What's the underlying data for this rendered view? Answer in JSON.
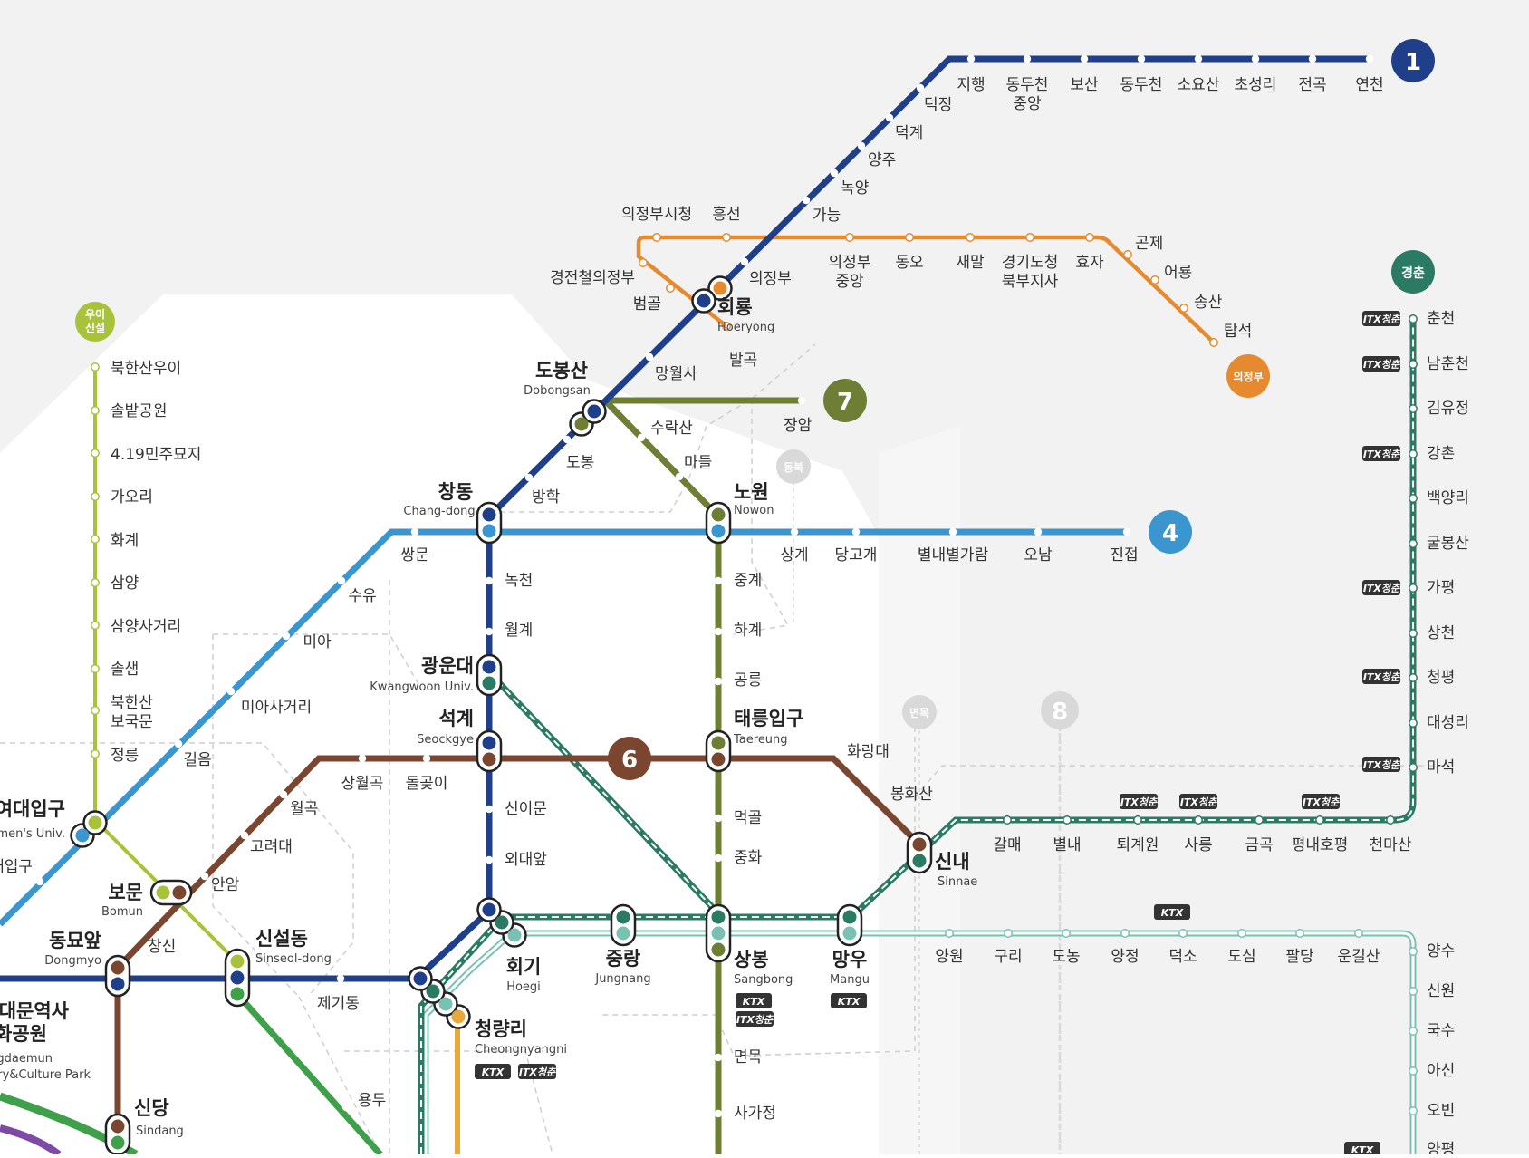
{
  "colors": {
    "line1": "#1f3f8a",
    "line4": "#3b96cf",
    "line6": "#7a4630",
    "line7": "#6e7e34",
    "line8": "#d1d1d1",
    "uijeongbu": "#e58a2f",
    "gyeongchun": "#2b7a63",
    "ui_sinseol": "#a9c23c",
    "gyeongui_jungang": "#79c2b3",
    "gyeongchun_line_dark": "#2b7a63",
    "line2_green": "#3fa04a",
    "gyeongbuk": "#e9a93a",
    "purple": "#7d4aa8"
  },
  "badges": {
    "line1": "1",
    "line4": "4",
    "line6": "6",
    "line7": "7",
    "line8": "8",
    "gyeongchun": "경춘",
    "uijeongbu": "의정부",
    "ui_sinseol": "우이\n신설",
    "ghost_dongbuk": "동북",
    "ghost_myeonmok": "면목"
  },
  "tags": {
    "itx": "ITX청춘",
    "ktx": "KTX"
  },
  "stations": {
    "line1_north": [
      "지행",
      "동두천중앙",
      "보산",
      "동두천",
      "소요산",
      "초성리",
      "전곡",
      "연천"
    ],
    "line1_north_extra": {
      "deokjeong": "덕정",
      "deokgye": "덕계",
      "yangju": "양주",
      "nogyang": "녹양",
      "ganeung": "가능",
      "uijeongbu": "의정부",
      "mangwolsa": "망월사",
      "dobong": "도봉",
      "banghak": "방학"
    },
    "dongducheon_jungang_1": "동두천",
    "dongducheon_jungang_2": "중앙",
    "uijeongbu_line": {
      "city_hall": "의정부시청",
      "heungseon": "흥선",
      "gyeongjeon": "경전철의정부",
      "beomgol": "범골",
      "jungang_1": "의정부",
      "jungang_2": "중앙",
      "dongo": "동오",
      "saemal": "새말",
      "gyeonggi_1": "경기도청",
      "gyeonggi_2": "북부지사",
      "hyoja": "효자",
      "gonje": "곤제",
      "eoryong": "어룡",
      "songsan": "송산",
      "tapseok": "탑석"
    },
    "hoeryong": {
      "ko": "회룡",
      "en": "Hoeryong"
    },
    "balgok": "발곡",
    "dobongsan": {
      "ko": "도봉산",
      "en": "Dobongsan"
    },
    "jangam": "장암",
    "suraksan": "수락산",
    "madeul": "마들",
    "changdong": {
      "ko": "창동",
      "en": "Chang-dong"
    },
    "nowon": {
      "ko": "노원",
      "en": "Nowon"
    },
    "line4": [
      "쌍문",
      "수유",
      "미아",
      "미아사거리",
      "길음",
      "상계",
      "당고개",
      "별내별가람",
      "오남",
      "진접"
    ],
    "line1_south": [
      "녹천",
      "월계",
      "신이문",
      "외대앞"
    ],
    "gwangwoon": {
      "ko": "광운대",
      "en": "Kwangwoon Univ."
    },
    "seokgye": {
      "ko": "석계",
      "en": "Seockgye"
    },
    "line7_south": [
      "중계",
      "하계",
      "공릉",
      "먹골",
      "중화",
      "면목",
      "사가정"
    ],
    "taereung": {
      "ko": "태릉입구",
      "en": "Taereung"
    },
    "line6": [
      "상월곡",
      "돌곶이",
      "월곡",
      "고려대",
      "안암",
      "창신",
      "화랑대",
      "봉화산"
    ],
    "sinnae": {
      "ko": "신내",
      "en": "Sinnae"
    },
    "gyeongchun": [
      "춘천",
      "남춘천",
      "김유정",
      "강촌",
      "백양리",
      "굴봉산",
      "가평",
      "상천",
      "청평",
      "대성리",
      "마석"
    ],
    "gyeongchun_south": [
      "갈매",
      "별내",
      "퇴계원",
      "사릉",
      "금곡",
      "평내호평",
      "천마산"
    ],
    "gyeongui": [
      "양원",
      "구리",
      "도농",
      "양정",
      "덕소",
      "도심",
      "팔당",
      "운길산"
    ],
    "gyeongui_vertical": [
      "양수",
      "신원",
      "국수",
      "아신",
      "오빈",
      "양평"
    ],
    "ui_sinseol_line": [
      "북한산우이",
      "솔밭공원",
      "4.19민주묘지",
      "가오리",
      "화계",
      "삼양",
      "삼양사거리",
      "솔샘",
      "북한산",
      "보국문",
      "정릉"
    ],
    "sungshin_1": "성신여대입구",
    "sungshin_en": "Sungshin Women's Univ.",
    "hansung": "한성대입구",
    "bomun": {
      "ko": "보문",
      "en": "Bomun"
    },
    "dongmyo": {
      "ko": "동묘앞",
      "en": "Dongmyo"
    },
    "sinseoldong": {
      "ko": "신설동",
      "en": "Sinseol-dong"
    },
    "jegidong": "제기동",
    "ddp_1": "동대문역사",
    "ddp_2": "문화공원",
    "ddp_en_1": "Dongdaemun",
    "ddp_en_2": "History&Culture Park",
    "sindang": {
      "ko": "신당",
      "en": "Sindang"
    },
    "yongdu": "용두",
    "hoegi": {
      "ko": "회기",
      "en": "Hoegi"
    },
    "jungnang": {
      "ko": "중랑",
      "en": "Jungnang"
    },
    "sangbong": {
      "ko": "상봉",
      "en": "Sangbong"
    },
    "mangu": {
      "ko": "망우",
      "en": "Mangu"
    },
    "cheongnyangni": {
      "ko": "청량리",
      "en": "Cheongnyangni"
    }
  }
}
